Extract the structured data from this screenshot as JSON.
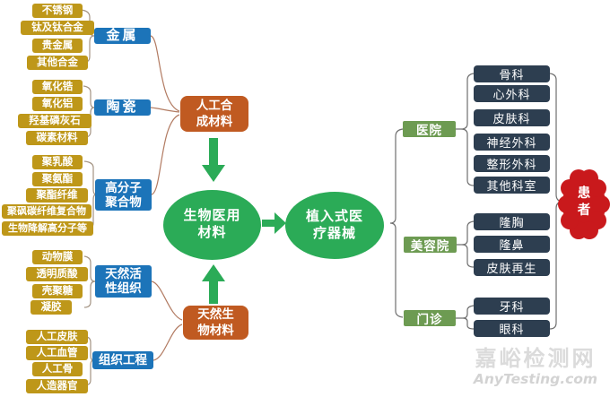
{
  "left_groups": [
    {
      "category": "金属",
      "items": [
        "不锈钢",
        "钛及钛合金",
        "贵金属",
        "其他合金"
      ]
    },
    {
      "category": "陶瓷",
      "items": [
        "氧化锆",
        "氧化铝",
        "羟基磷灰石",
        "碳素材料"
      ]
    },
    {
      "category": "高分子\n聚合物",
      "items": [
        "聚乳酸",
        "聚氨酯",
        "聚酯纤维",
        "聚砜碳纤维复合物",
        "生物降解高分子等"
      ]
    },
    {
      "category": "天然活\n性组织",
      "items": [
        "动物膜",
        "透明质酸",
        "壳聚糖",
        "凝胶"
      ]
    },
    {
      "category": "组织工程",
      "items": [
        "人工皮肤",
        "人工血管",
        "人工骨",
        "人造器官"
      ]
    }
  ],
  "flow": {
    "synthetic": "人工合\n成材料",
    "natural": "天然生\n物材料",
    "biomaterial": "生物医用\n材料",
    "device": "植入式医\n疗器械"
  },
  "right_groups": [
    {
      "category": "医院",
      "items": [
        "骨科",
        "心外科",
        "皮肤科",
        "神经外科",
        "整形外科",
        "其他科室"
      ]
    },
    {
      "category": "美容院",
      "items": [
        "隆胸",
        "隆鼻",
        "皮肤再生"
      ]
    },
    {
      "category": "门诊",
      "items": [
        "牙科",
        "眼科"
      ]
    }
  ],
  "patient": "患\n者",
  "watermark": {
    "name": "嘉峪检测网",
    "domain": "AnyTesting.com"
  },
  "colors": {
    "material_gold": "#BE9719",
    "category_blue": "#1C74B9",
    "source_orange": "#C05A21",
    "flow_green": "#2BAB57",
    "destination_green": "#6D9B52",
    "department_navy": "#2D3E50",
    "patient_red": "#C9191C",
    "left_brace": "#A39383",
    "orange_link": "#B27B62",
    "right_brace": "#6F6F6F"
  }
}
